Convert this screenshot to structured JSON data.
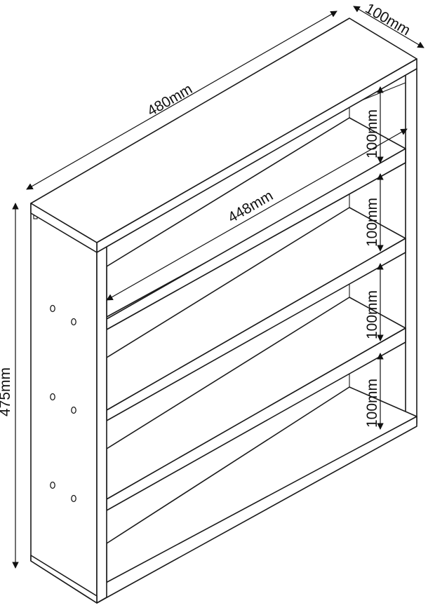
{
  "dimensions": {
    "width": "480mm",
    "depth": "100mm",
    "height": "475mm",
    "inner_width": "448mm",
    "shelf_gap_1": "100mm",
    "shelf_gap_2": "100mm",
    "shelf_gap_3": "100mm",
    "shelf_gap_4": "100mm"
  },
  "colors": {
    "line": "#1a1a1a",
    "background": "#ffffff"
  }
}
